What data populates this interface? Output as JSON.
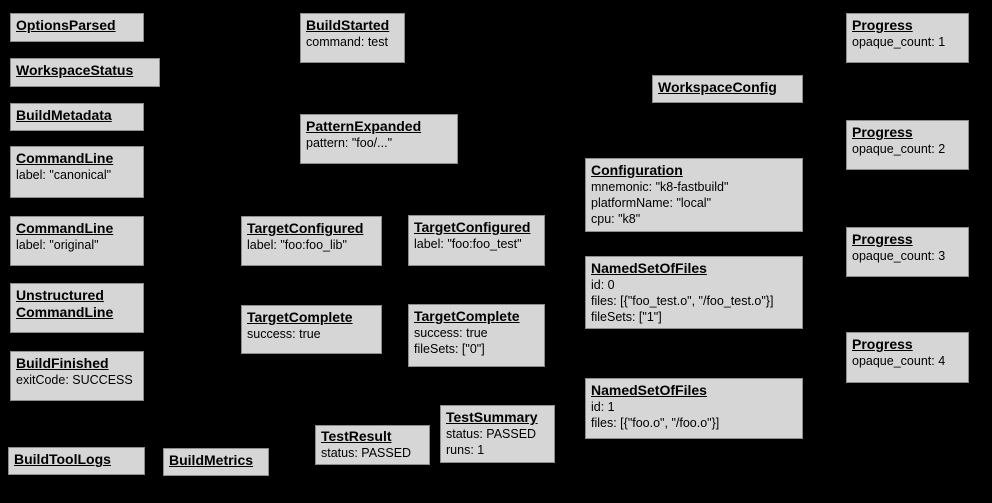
{
  "colors": {
    "background": "#000000",
    "node_fill": "#d6d6d6",
    "node_border": "#8e8e8e",
    "text": "#000000"
  },
  "nodes": {
    "options_parsed": {
      "title": "OptionsParsed"
    },
    "workspace_status": {
      "title": "WorkspaceStatus"
    },
    "build_metadata": {
      "title": "BuildMetadata"
    },
    "command_line_canonical": {
      "title": "CommandLine",
      "line1": "label: \"canonical\""
    },
    "command_line_original": {
      "title": "CommandLine",
      "line1": "label: \"original\""
    },
    "unstructured_command_line": {
      "title": "Unstructured",
      "title2": "CommandLine"
    },
    "build_finished": {
      "title": "BuildFinished",
      "line1": "exitCode: SUCCESS"
    },
    "build_tool_logs": {
      "title": "BuildToolLogs"
    },
    "build_metrics": {
      "title": "BuildMetrics"
    },
    "build_started": {
      "title": "BuildStarted",
      "line1": "command: test"
    },
    "pattern_expanded": {
      "title": "PatternExpanded",
      "line1": "pattern: \"foo/...\""
    },
    "target_configured_lib": {
      "title": "TargetConfigured",
      "line1": "label: \"foo:foo_lib\""
    },
    "target_configured_test": {
      "title": "TargetConfigured",
      "line1": "label: \"foo:foo_test\""
    },
    "target_complete_lib": {
      "title": "TargetComplete",
      "line1": "success: true"
    },
    "target_complete_test": {
      "title": "TargetComplete",
      "line1": "success: true",
      "line2": "fileSets: [\"0\"]"
    },
    "test_result": {
      "title": "TestResult",
      "line1": "status: PASSED"
    },
    "test_summary": {
      "title": "TestSummary",
      "line1": "status: PASSED",
      "line2": "runs: 1"
    },
    "workspace_config": {
      "title": "WorkspaceConfig"
    },
    "configuration": {
      "title": "Configuration",
      "line1": "mnemonic: \"k8-fastbuild\"",
      "line2": "platformName: \"local\"",
      "line3": "cpu: \"k8\""
    },
    "named_set_of_files_1": {
      "title": "NamedSetOfFiles",
      "line1": "id: 0",
      "line2": "files: [{\"foo_test.o\", \"/foo_test.o\"}]",
      "line3": "fileSets: [\"1\"]"
    },
    "named_set_of_files_2": {
      "title": "NamedSetOfFiles",
      "line1": "id: 1",
      "line2": "files: [{\"foo.o\", \"/foo.o\"}]"
    },
    "progress_1": {
      "title": "Progress",
      "line1": "opaque_count: 1"
    },
    "progress_2": {
      "title": "Progress",
      "line1": "opaque_count: 2"
    },
    "progress_3": {
      "title": "Progress",
      "line1": "opaque_count: 3"
    },
    "progress_4": {
      "title": "Progress",
      "line1": "opaque_count: 4"
    }
  }
}
